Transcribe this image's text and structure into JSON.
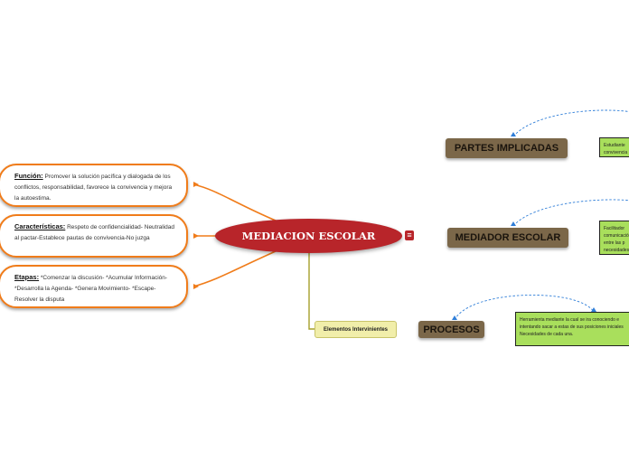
{
  "central": {
    "title": "MEDIACION ESCOLAR",
    "menu_icon": "menu-icon"
  },
  "left_nodes": [
    {
      "key": "Función:",
      "text": "Promover la solución pacífica y dialogada de los conflictos, responsabilidad, favorece la convivencia y mejora la autoestima."
    },
    {
      "key": "Características:",
      "text": "Respeto de confidencialidad- Neutralidad al pactar-Establece pautas de convivencia-No juzga"
    },
    {
      "key": "Etapas:",
      "text": "*Comenzar la discusión- *Acumular Información- *Desarrolla la Agenda- *Genera Movimiento- *Escape-Resolver la disputa"
    }
  ],
  "elements_node": "Elementos Intervinientes",
  "right_boxes": [
    {
      "label": "PARTES IMPLICADAS",
      "note": "Estudiante convivencia"
    },
    {
      "label": "MEDIADOR ESCOLAR",
      "note": "Facilitador comunicación entre las p necesidades"
    },
    {
      "label": "PROCESOS",
      "note": "Herramienta mediante la cual se ira conociendo e intentando sacar a estas de sus posiciones iniciales Necesidades de cada una."
    }
  ],
  "colors": {
    "central": "#b8252a",
    "left_border": "#f07c1a",
    "box": "#7b6749",
    "elements": "#f1eeaa",
    "note": "#a9df5c",
    "dashed": "#2f7ed8",
    "olive": "#a5a02a"
  }
}
